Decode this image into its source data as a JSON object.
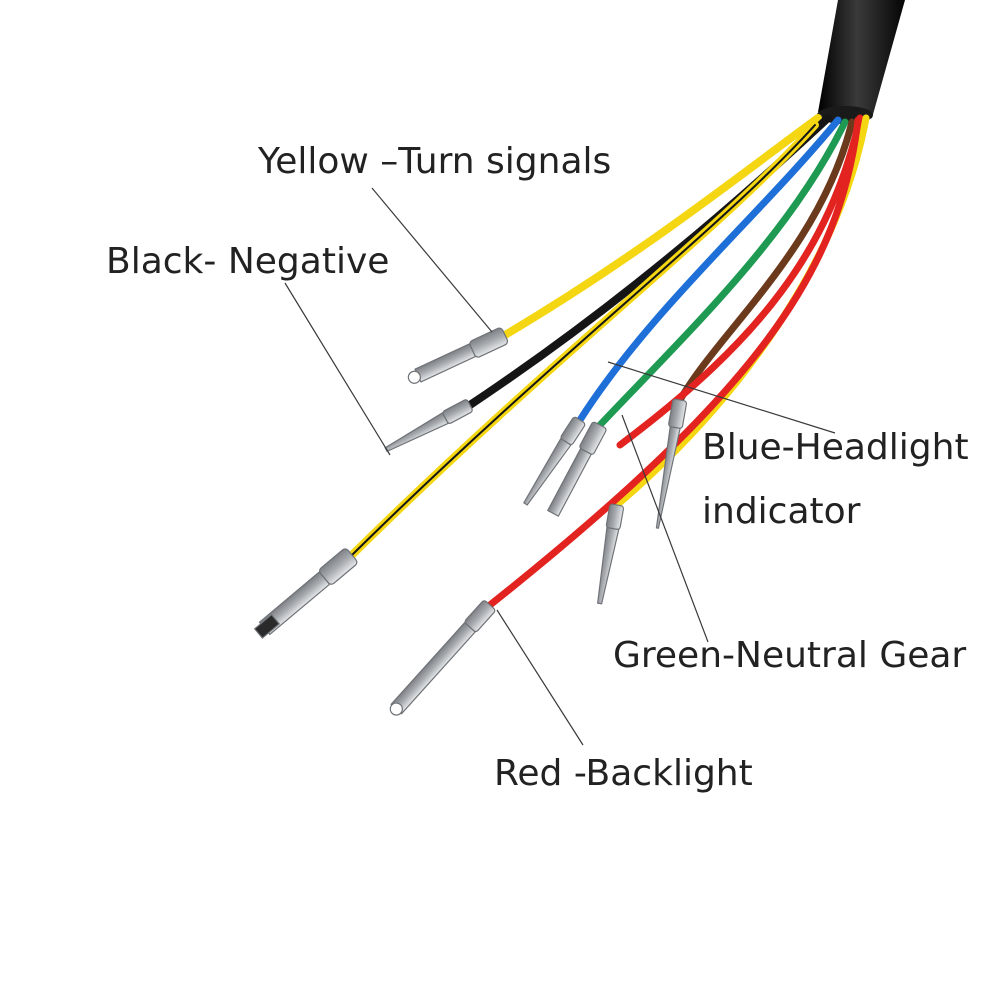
{
  "labels": {
    "yellow": "Yellow –Turn signals",
    "black": "Black- Negative",
    "blue_line1": "Blue-Headlight",
    "blue_line2": "indicator",
    "green": "Green-Neutral Gear",
    "red": "Red -Backlight"
  },
  "colors": {
    "yellow": "#f4d712",
    "black": "#151515",
    "blue": "#1e6fd8",
    "green": "#1e9a52",
    "brown": "#6b3a1c",
    "red": "#e3231f",
    "sheath": "#0d0d0d",
    "terminal": "#b9bcbf",
    "leader": "#3a3a3a"
  }
}
